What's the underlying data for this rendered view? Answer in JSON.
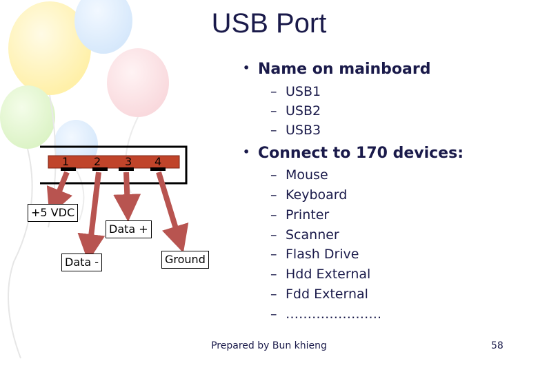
{
  "slide": {
    "title": "USB Port",
    "bullets": [
      {
        "heading": "Name on mainboard",
        "items": [
          "USB1",
          "USB2",
          "USB3"
        ]
      },
      {
        "heading": "Connect to 170 devices:",
        "items": [
          "Mouse",
          "Keyboard",
          "Printer",
          "Scanner",
          "Flash Drive",
          "Hdd External",
          "Fdd External",
          "…………………."
        ]
      }
    ],
    "bullet_symbol": "•",
    "dash_symbol": "–",
    "footer": "Prepared by Bun khieng",
    "page_number": "58"
  },
  "diagram": {
    "pins": [
      "1",
      "2",
      "3",
      "4"
    ],
    "labels": {
      "vcc": "+5 VDC",
      "data_minus": "Data -",
      "data_plus": "Data +",
      "ground": "Ground"
    },
    "arrow_color": "#b85450"
  }
}
